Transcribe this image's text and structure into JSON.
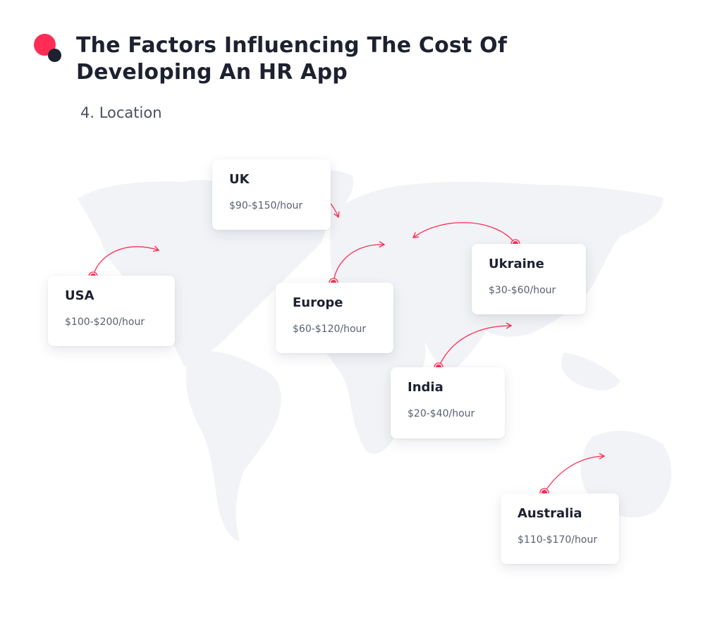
{
  "header": {
    "title": "The Factors Influencing The Cost Of Developing An HR App",
    "subtitle": "4. Location"
  },
  "colors": {
    "accent": "#ff2d55",
    "dark": "#1d2130",
    "map": "#f1f3f6",
    "text_secondary": "#5a6072"
  },
  "locations": [
    {
      "name": "UK",
      "rate": "$90-$150/hour"
    },
    {
      "name": "USA",
      "rate": "$100-$200/hour"
    },
    {
      "name": "Europe",
      "rate": "$60-$120/hour"
    },
    {
      "name": "Ukraine",
      "rate": "$30-$60/hour"
    },
    {
      "name": "India",
      "rate": "$20-$40/hour"
    },
    {
      "name": "Australia",
      "rate": "$110-$170/hour"
    }
  ]
}
